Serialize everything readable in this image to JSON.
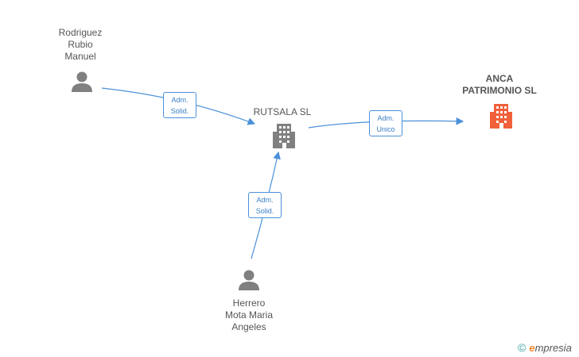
{
  "nodes": {
    "person_top": {
      "name": "Rodriguez\nRubio\nManuel"
    },
    "company_center": {
      "name": "RUTSALA SL"
    },
    "company_main": {
      "name": "ANCA\nPATRIMONIO SL"
    },
    "person_bottom": {
      "name": "Herrero\nMota Maria\nAngeles"
    }
  },
  "edges": {
    "top_to_center": {
      "line1": "Adm.",
      "line2": "Solid."
    },
    "bottom_to_center": {
      "line1": "Adm.",
      "line2": "Solid."
    },
    "center_to_main": {
      "line1": "Adm.",
      "line2": "Unico"
    }
  },
  "colors": {
    "edge": "#4a90d9",
    "person_icon": "#808080",
    "company_icon": "#808080",
    "main_company_icon": "#f0603a"
  },
  "watermark": {
    "copyright_symbol": "©",
    "brand_initial": "e",
    "brand_rest": "mpresia"
  }
}
